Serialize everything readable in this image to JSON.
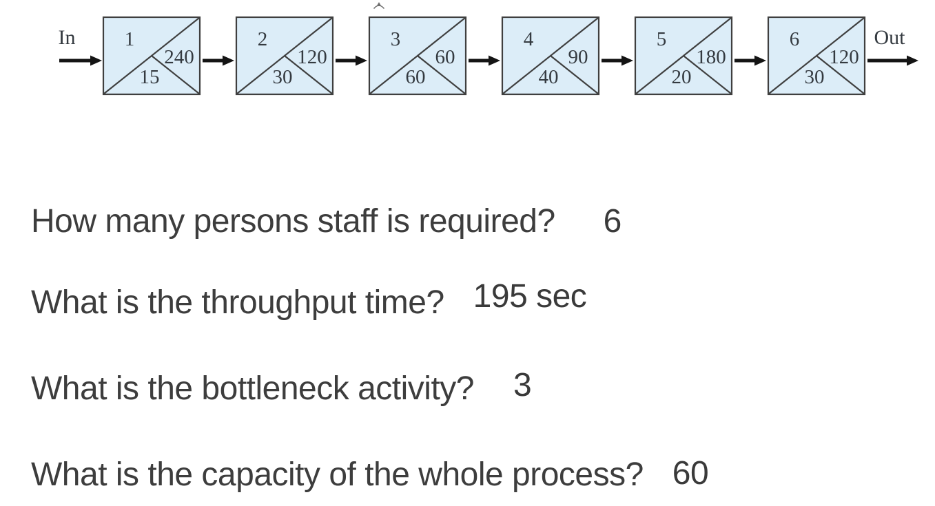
{
  "diagram": {
    "in_label": "In",
    "out_label": "Out",
    "stations": [
      {
        "id": "1",
        "capacity_per_hour": "240",
        "time_sec": "15"
      },
      {
        "id": "2",
        "capacity_per_hour": "120",
        "time_sec": "30"
      },
      {
        "id": "3",
        "capacity_per_hour": "60",
        "time_sec": "60"
      },
      {
        "id": "4",
        "capacity_per_hour": "90",
        "time_sec": "40"
      },
      {
        "id": "5",
        "capacity_per_hour": "180",
        "time_sec": "20"
      },
      {
        "id": "6",
        "capacity_per_hour": "120",
        "time_sec": "30"
      }
    ]
  },
  "questions": [
    {
      "text": "How many persons staff is required?",
      "answer": "6"
    },
    {
      "text": "What is the throughput time?",
      "answer": "195 sec"
    },
    {
      "text": "What is the bottleneck activity?",
      "answer": "3"
    },
    {
      "text": "What is the capacity of the whole process?",
      "answer": "60"
    }
  ],
  "colors": {
    "box_fill": "#dcedf8",
    "box_stroke": "#3f3f3f",
    "diagram_text": "#343a40",
    "arrow": "#141414",
    "question_text": "#3d3d3d",
    "artifact": "#6f6f6f"
  }
}
